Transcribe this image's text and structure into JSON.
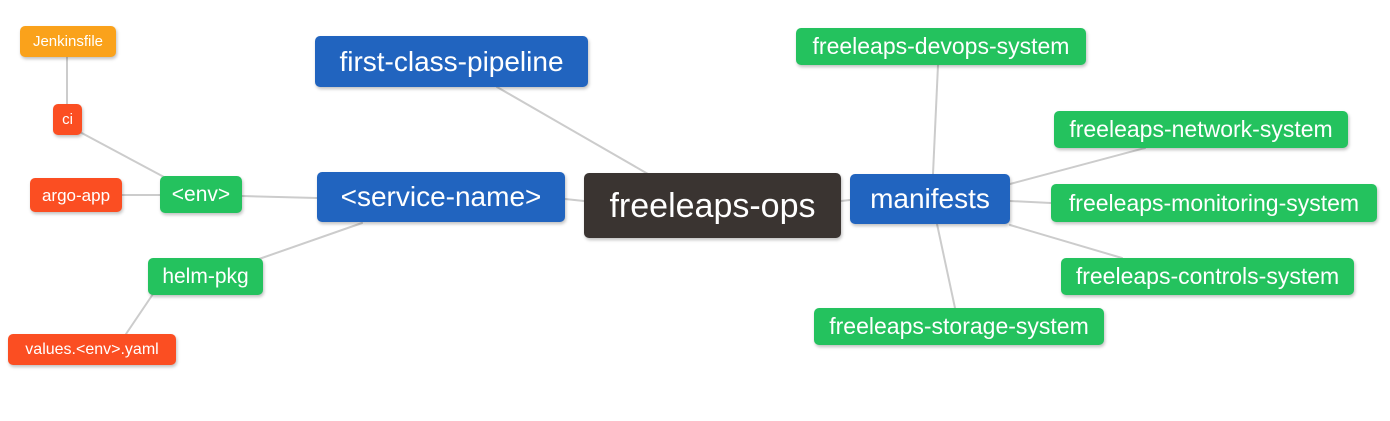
{
  "diagram": {
    "type": "mindmap",
    "root_label": "freeleaps-ops",
    "palette": {
      "canvas_bg": "#ffffff",
      "root_bg": "#3a3431",
      "branch_blue": "#2164bf",
      "leaf_green": "#24c25e",
      "leaf_red_orange": "#fb4e22",
      "leaf_amber": "#faa21b",
      "edge_gray": "#cccccc",
      "text": "#ffffff"
    },
    "nodes": {
      "jenkinsfile": {
        "label": "Jenkinsfile"
      },
      "ci": {
        "label": "ci"
      },
      "argo_app": {
        "label": "argo-app"
      },
      "env": {
        "label": "<env>"
      },
      "helm_pkg": {
        "label": "helm-pkg"
      },
      "values_env_yaml": {
        "label": "values.<env>.yaml"
      },
      "first_class_pipeline": {
        "label": "first-class-pipeline"
      },
      "service_name": {
        "label": "<service-name>"
      },
      "freeleaps_ops": {
        "label": "freeleaps-ops"
      },
      "manifests": {
        "label": "manifests"
      },
      "devops_system": {
        "label": "freeleaps-devops-system"
      },
      "network_system": {
        "label": "freeleaps-network-system"
      },
      "monitoring_system": {
        "label": "freeleaps-monitoring-system"
      },
      "controls_system": {
        "label": "freeleaps-controls-system"
      },
      "storage_system": {
        "label": "freeleaps-storage-system"
      }
    },
    "edges": [
      {
        "from": "jenkinsfile",
        "to": "ci"
      },
      {
        "from": "ci",
        "to": "env"
      },
      {
        "from": "argo_app",
        "to": "env"
      },
      {
        "from": "env",
        "to": "service_name"
      },
      {
        "from": "helm_pkg",
        "to": "service_name"
      },
      {
        "from": "values_env_yaml",
        "to": "helm_pkg"
      },
      {
        "from": "service_name",
        "to": "freeleaps_ops"
      },
      {
        "from": "first_class_pipeline",
        "to": "freeleaps_ops"
      },
      {
        "from": "freeleaps_ops",
        "to": "manifests"
      },
      {
        "from": "manifests",
        "to": "devops_system"
      },
      {
        "from": "manifests",
        "to": "network_system"
      },
      {
        "from": "manifests",
        "to": "monitoring_system"
      },
      {
        "from": "manifests",
        "to": "controls_system"
      },
      {
        "from": "manifests",
        "to": "storage_system"
      }
    ]
  }
}
